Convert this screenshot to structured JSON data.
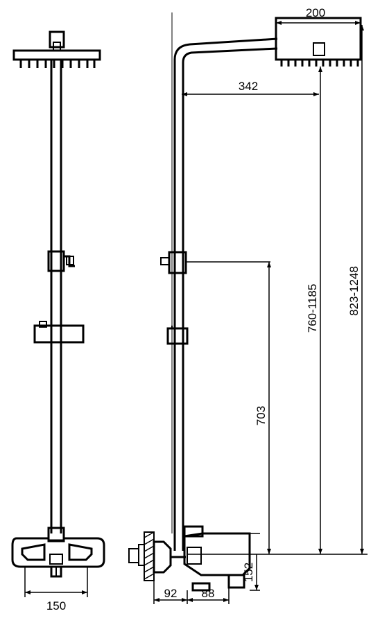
{
  "dimensions": {
    "head_width": "200",
    "arm_length": "342",
    "holder_height": "703",
    "head_height_range": "760-1185",
    "total_height_range": "823-1248",
    "valve_height": "152",
    "wall_offset": "92",
    "spout_depth": "88",
    "valve_width": "150"
  }
}
